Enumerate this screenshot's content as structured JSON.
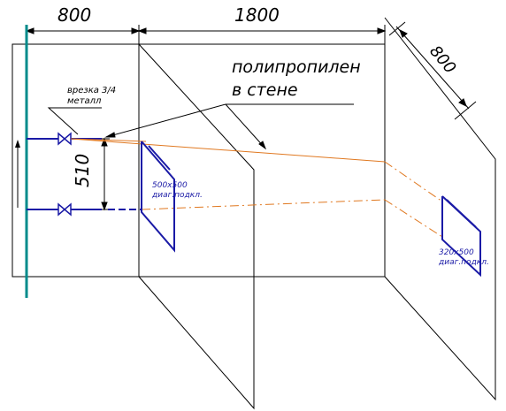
{
  "dimensions": {
    "top_left": "800",
    "top_middle": "1800",
    "diagonal": "800",
    "vertical": "510"
  },
  "annotations": {
    "tap_line1": "врезка 3/4",
    "tap_line2": "металл",
    "material_line1": "полипропилен",
    "material_line2": "в стене",
    "radiator1_line1": "500х500",
    "radiator1_line2": "диаг.подкл.",
    "radiator2_line1": "320х500",
    "radiator2_line2": "диаг.подкл."
  },
  "colors": {
    "outline": "#000000",
    "pipe_supply": "#1a1aa6",
    "pipe_run": "#e07820",
    "riser": "#008b8b",
    "radiator": "#1a1aa6"
  },
  "icons": {
    "valve": "valve-icon",
    "arrow": "flow-arrow-icon"
  }
}
